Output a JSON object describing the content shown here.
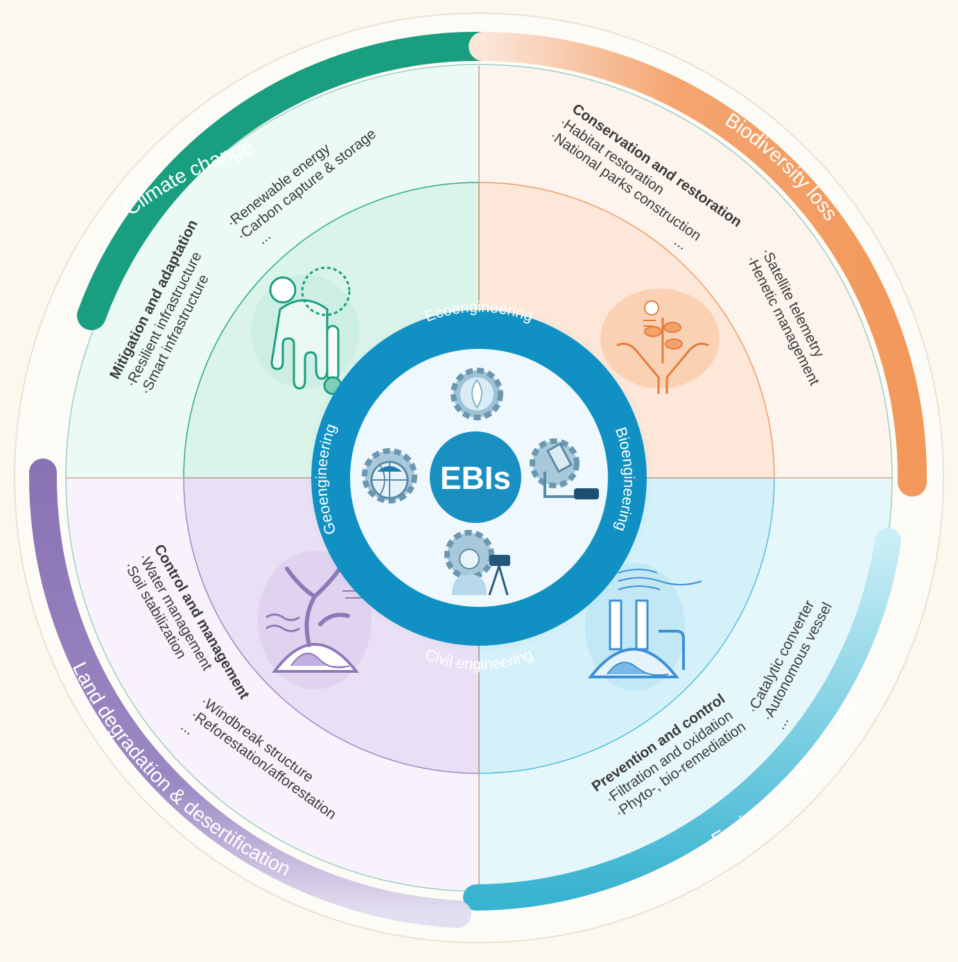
{
  "center": {
    "title": "EBIs"
  },
  "hub_ring": {
    "top": "Ecoengineering",
    "right": "Bioengineering",
    "bottom": "Civil engineering",
    "left": "Geoengineering"
  },
  "challenges": {
    "climate": "Climate change",
    "biodiversity": "Biodiversity loss",
    "pollution": "Environmental pollution",
    "land": "Land degradation & desertification"
  },
  "quadrants": {
    "climate": {
      "heading": "Mitigation and adaptation",
      "items_a": [
        "·Resilient infrastructure",
        "·Smart infrastructure"
      ],
      "items_b": [
        "·Renewable energy",
        "·Carbon capture & storage",
        "..."
      ]
    },
    "biodiversity": {
      "heading": "Conservation and restoration",
      "items_a": [
        "·Habitat restoration",
        "·National parks construction",
        "..."
      ],
      "items_b": [
        "·Satellite telemetry",
        "·Henetic management"
      ]
    },
    "land": {
      "heading": "Control and management",
      "items_a": [
        "·Water management",
        "·Soil stabilization"
      ],
      "items_b": [
        "·Windbreak structure",
        "·Reforestation/afforestation",
        "..."
      ]
    },
    "pollution": {
      "heading": "Prevention and control",
      "items_a": [
        "·Filtration and oxidation",
        "·Phyto-, bio-remediation"
      ],
      "items_b": [
        "·Catalytic converter",
        "·Autonomous vessel",
        "..."
      ]
    }
  },
  "colors": {
    "background": "#fcf8ee",
    "climate": "#1a9e80",
    "biodiversity": "#f29a5e",
    "pollution": "#3bb6d3",
    "land": "#8e79b7",
    "hub": "#1191c3",
    "center": "#1a8fc2"
  },
  "icons": {
    "climate": "melting-globe-thermometer-icon",
    "biodiversity": "hands-holding-plant-icon",
    "land": "eroded-dry-land-icon",
    "pollution": "factory-chimney-pollution-icon",
    "hub_top": "leaf-gear-icon",
    "hub_right": "microscope-gear-icon",
    "hub_bottom": "surveyor-gear-icon",
    "hub_left": "globe-gear-icon"
  }
}
